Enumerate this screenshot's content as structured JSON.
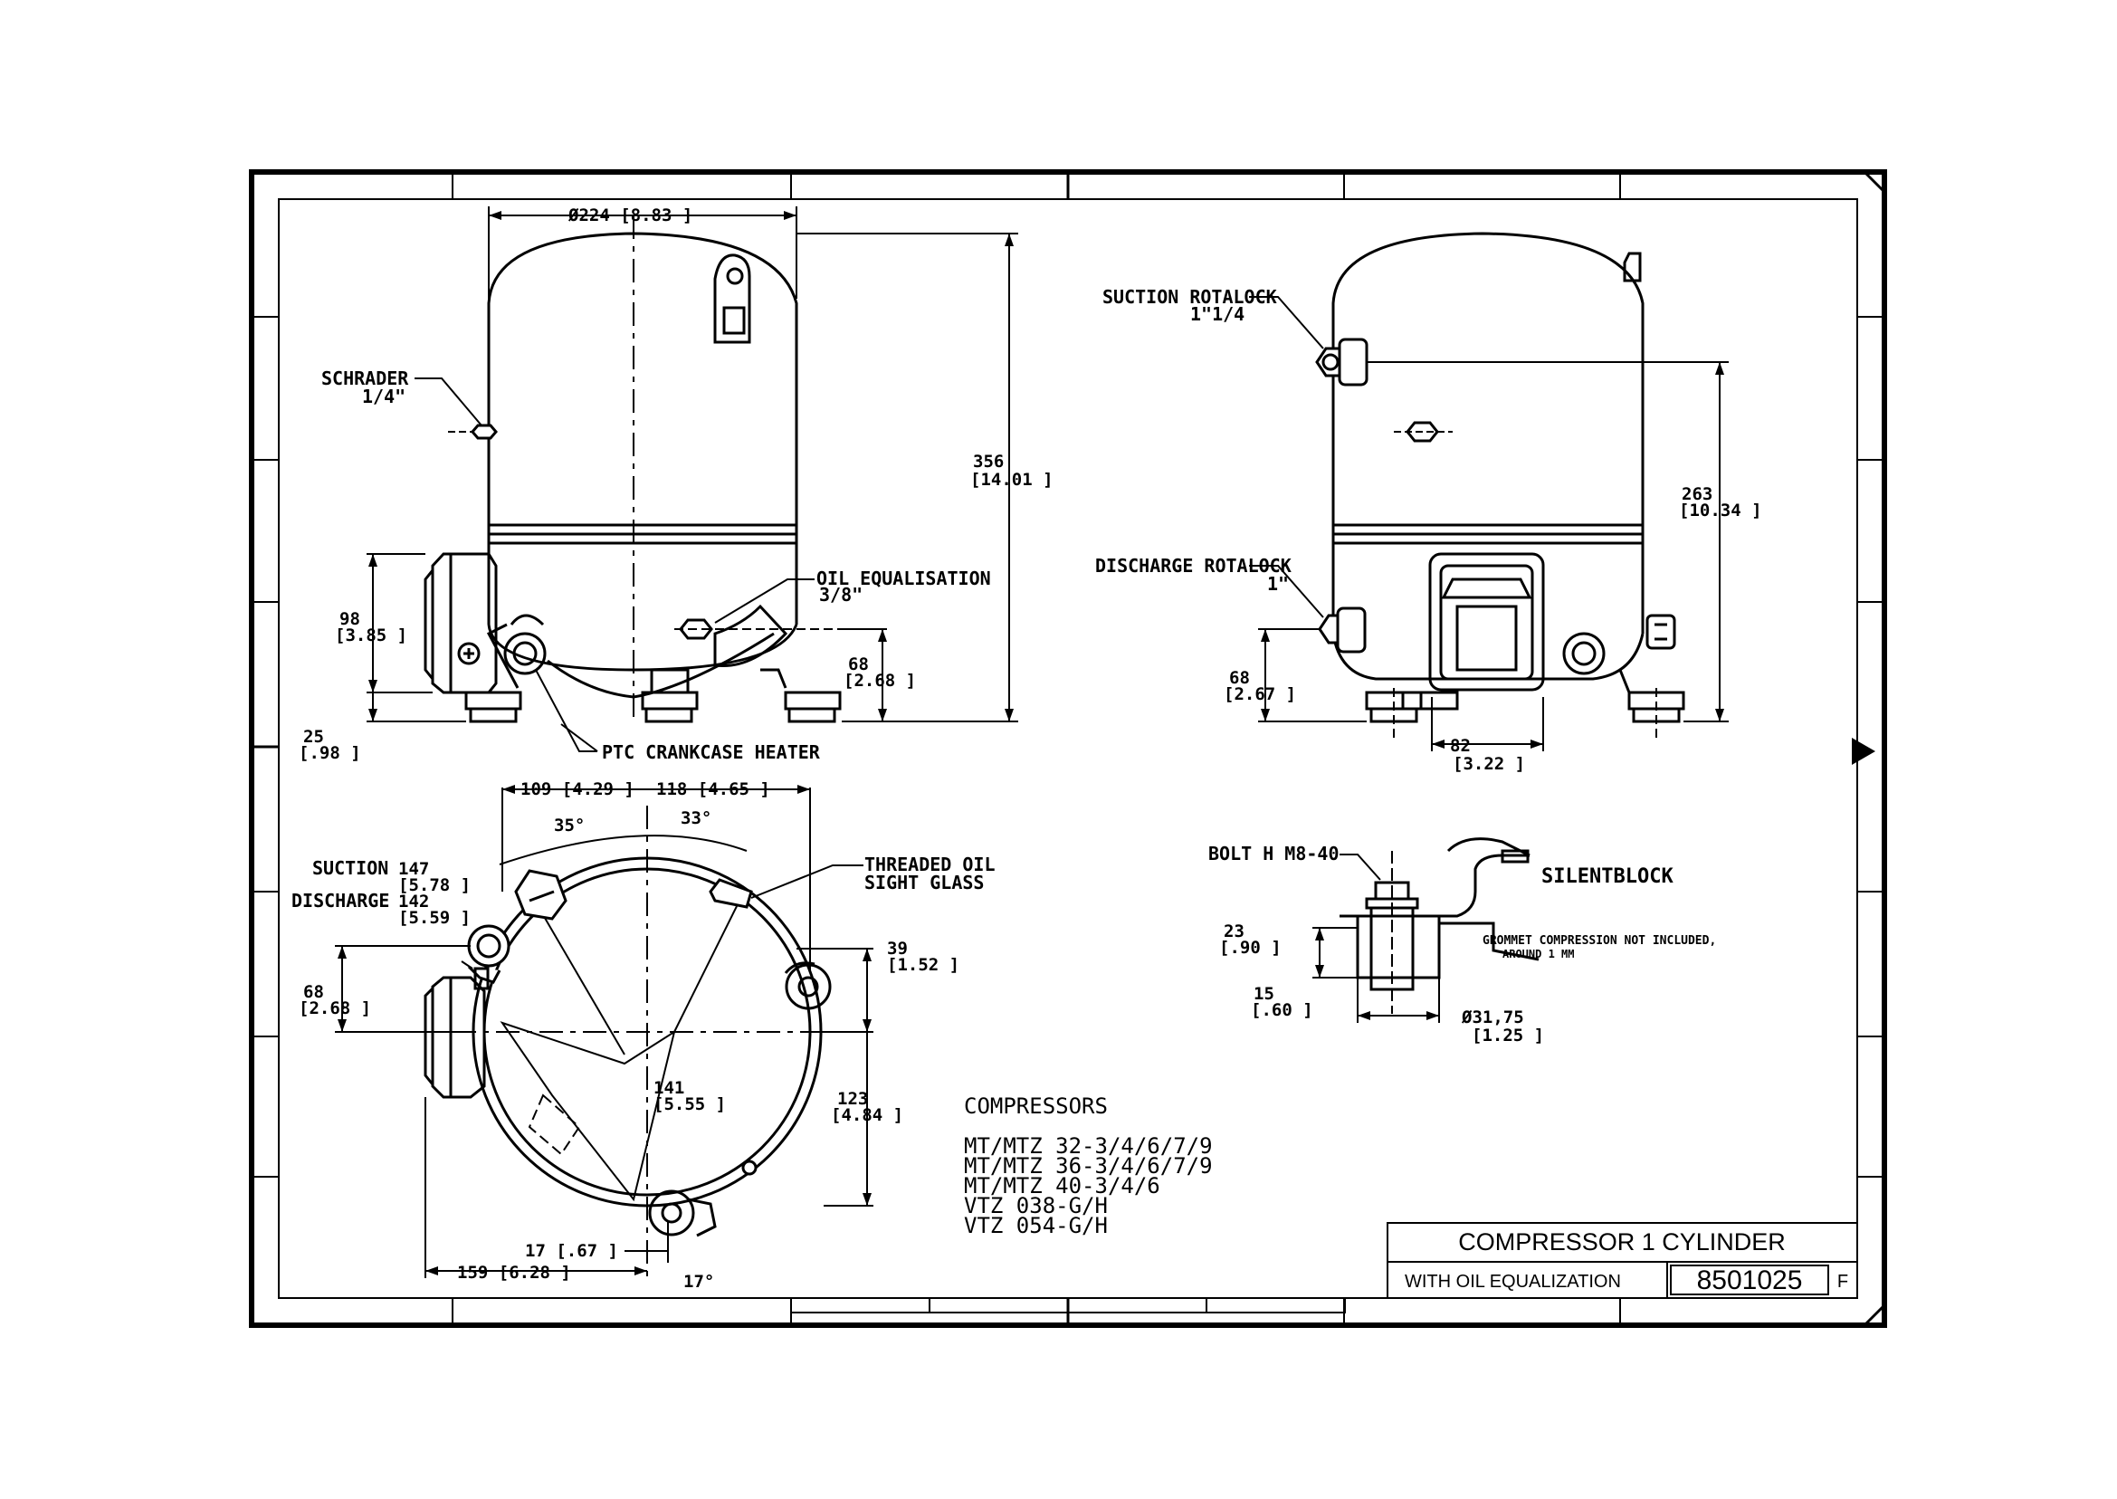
{
  "front_view": {
    "diameter_dim": "Ø224 [8.83 ]",
    "height_mm": "356",
    "height_in": "[14.01 ]",
    "schrader_label": "SCHRADER",
    "schrader_size": "1/4\"",
    "oil_eq_label": "OIL EQUALISATION",
    "oil_eq_size": "3/8\"",
    "left_box_mm": "98",
    "left_box_in": "[3.85 ]",
    "base_mm": "25",
    "base_in": "[.98 ]",
    "oil_height_mm": "68",
    "oil_height_in": "[2.68 ]",
    "ptc_label": "PTC CRANKCASE HEATER"
  },
  "side_view": {
    "suction_label": "SUCTION ROTALOCK",
    "suction_size": "1\"1/4",
    "discharge_label": "DISCHARGE ROTALOCK",
    "discharge_size": "1\"",
    "height_mm": "263",
    "height_in": "[10.34 ]",
    "discharge_height_mm": "68",
    "discharge_height_in": "[2.67 ]",
    "box_offset_mm": "82",
    "box_offset_in": "[3.22 ]"
  },
  "top_view": {
    "left_dim": "109 [4.29 ]",
    "right_dim": "118 [4.65 ]",
    "angle_left": "35°",
    "angle_right": "33°",
    "suction_label": "SUCTION",
    "suction_mm": "147",
    "suction_in": "[5.78 ]",
    "discharge_label": "DISCHARGE",
    "discharge_mm": "142",
    "discharge_in": "[5.59 ]",
    "sight_glass_label_1": "THREADED OIL",
    "sight_glass_label_2": "SIGHT GLASS",
    "dim_39_mm": "39",
    "dim_39_in": "[1.52 ]",
    "dim_68_mm": "68",
    "dim_68_in": "[2.68 ]",
    "dim_141_mm": "141",
    "dim_141_in": "[5.55 ]",
    "dim_123_mm": "123",
    "dim_123_in": "[4.84 ]",
    "dim_17": "17 [.67 ]",
    "dim_159": "159 [6.28 ]",
    "angle_bottom": "17°"
  },
  "silentblock": {
    "bolt_label": "BOLT H M8-40",
    "title": "SILENTBLOCK",
    "note_1": "GROMMET COMPRESSION NOT INCLUDED,",
    "note_2": "AROUND 1 MM",
    "dim_23_mm": "23",
    "dim_23_in": "[.90 ]",
    "dim_15_mm": "15",
    "dim_15_in": "[.60 ]",
    "diameter_mm": "Ø31,75",
    "diameter_in": "[1.25 ]"
  },
  "compressors": {
    "heading": "COMPRESSORS",
    "models": [
      "MT/MTZ 32-3/4/6/7/9",
      "MT/MTZ 36-3/4/6/7/9",
      "MT/MTZ 40-3/4/6",
      "VTZ 038-G/H",
      "VTZ 054-G/H"
    ]
  },
  "title_block": {
    "title": "COMPRESSOR 1 CYLINDER",
    "subtitle": "WITH OIL EQUALIZATION",
    "drawing_number": "8501025",
    "revision": "F"
  }
}
